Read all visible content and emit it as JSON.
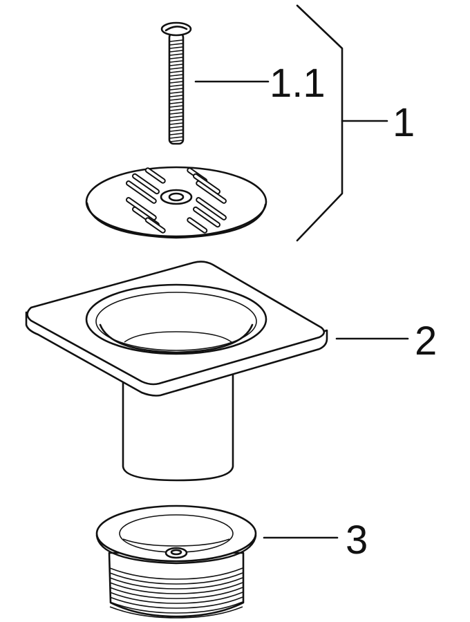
{
  "labels": {
    "screw": "1.1",
    "grate_set": "1",
    "body": "2",
    "insert": "3"
  }
}
